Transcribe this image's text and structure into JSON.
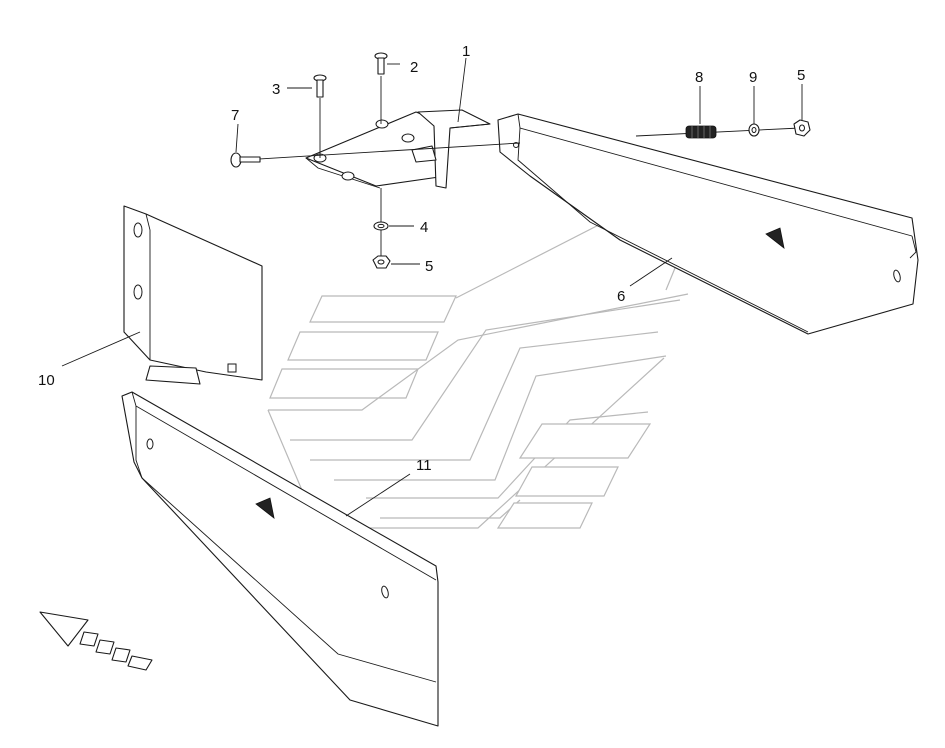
{
  "diagram": {
    "callouts": {
      "c1": "1",
      "c2": "2",
      "c3": "3",
      "c4": "4",
      "c5a": "5",
      "c5b": "5",
      "c6": "6",
      "c7": "7",
      "c8": "8",
      "c9": "9",
      "c10": "10",
      "c11": "11"
    },
    "colors": {
      "line": "#1a1a1a",
      "watermark": "#b9b9b9",
      "background": "#ffffff"
    }
  }
}
